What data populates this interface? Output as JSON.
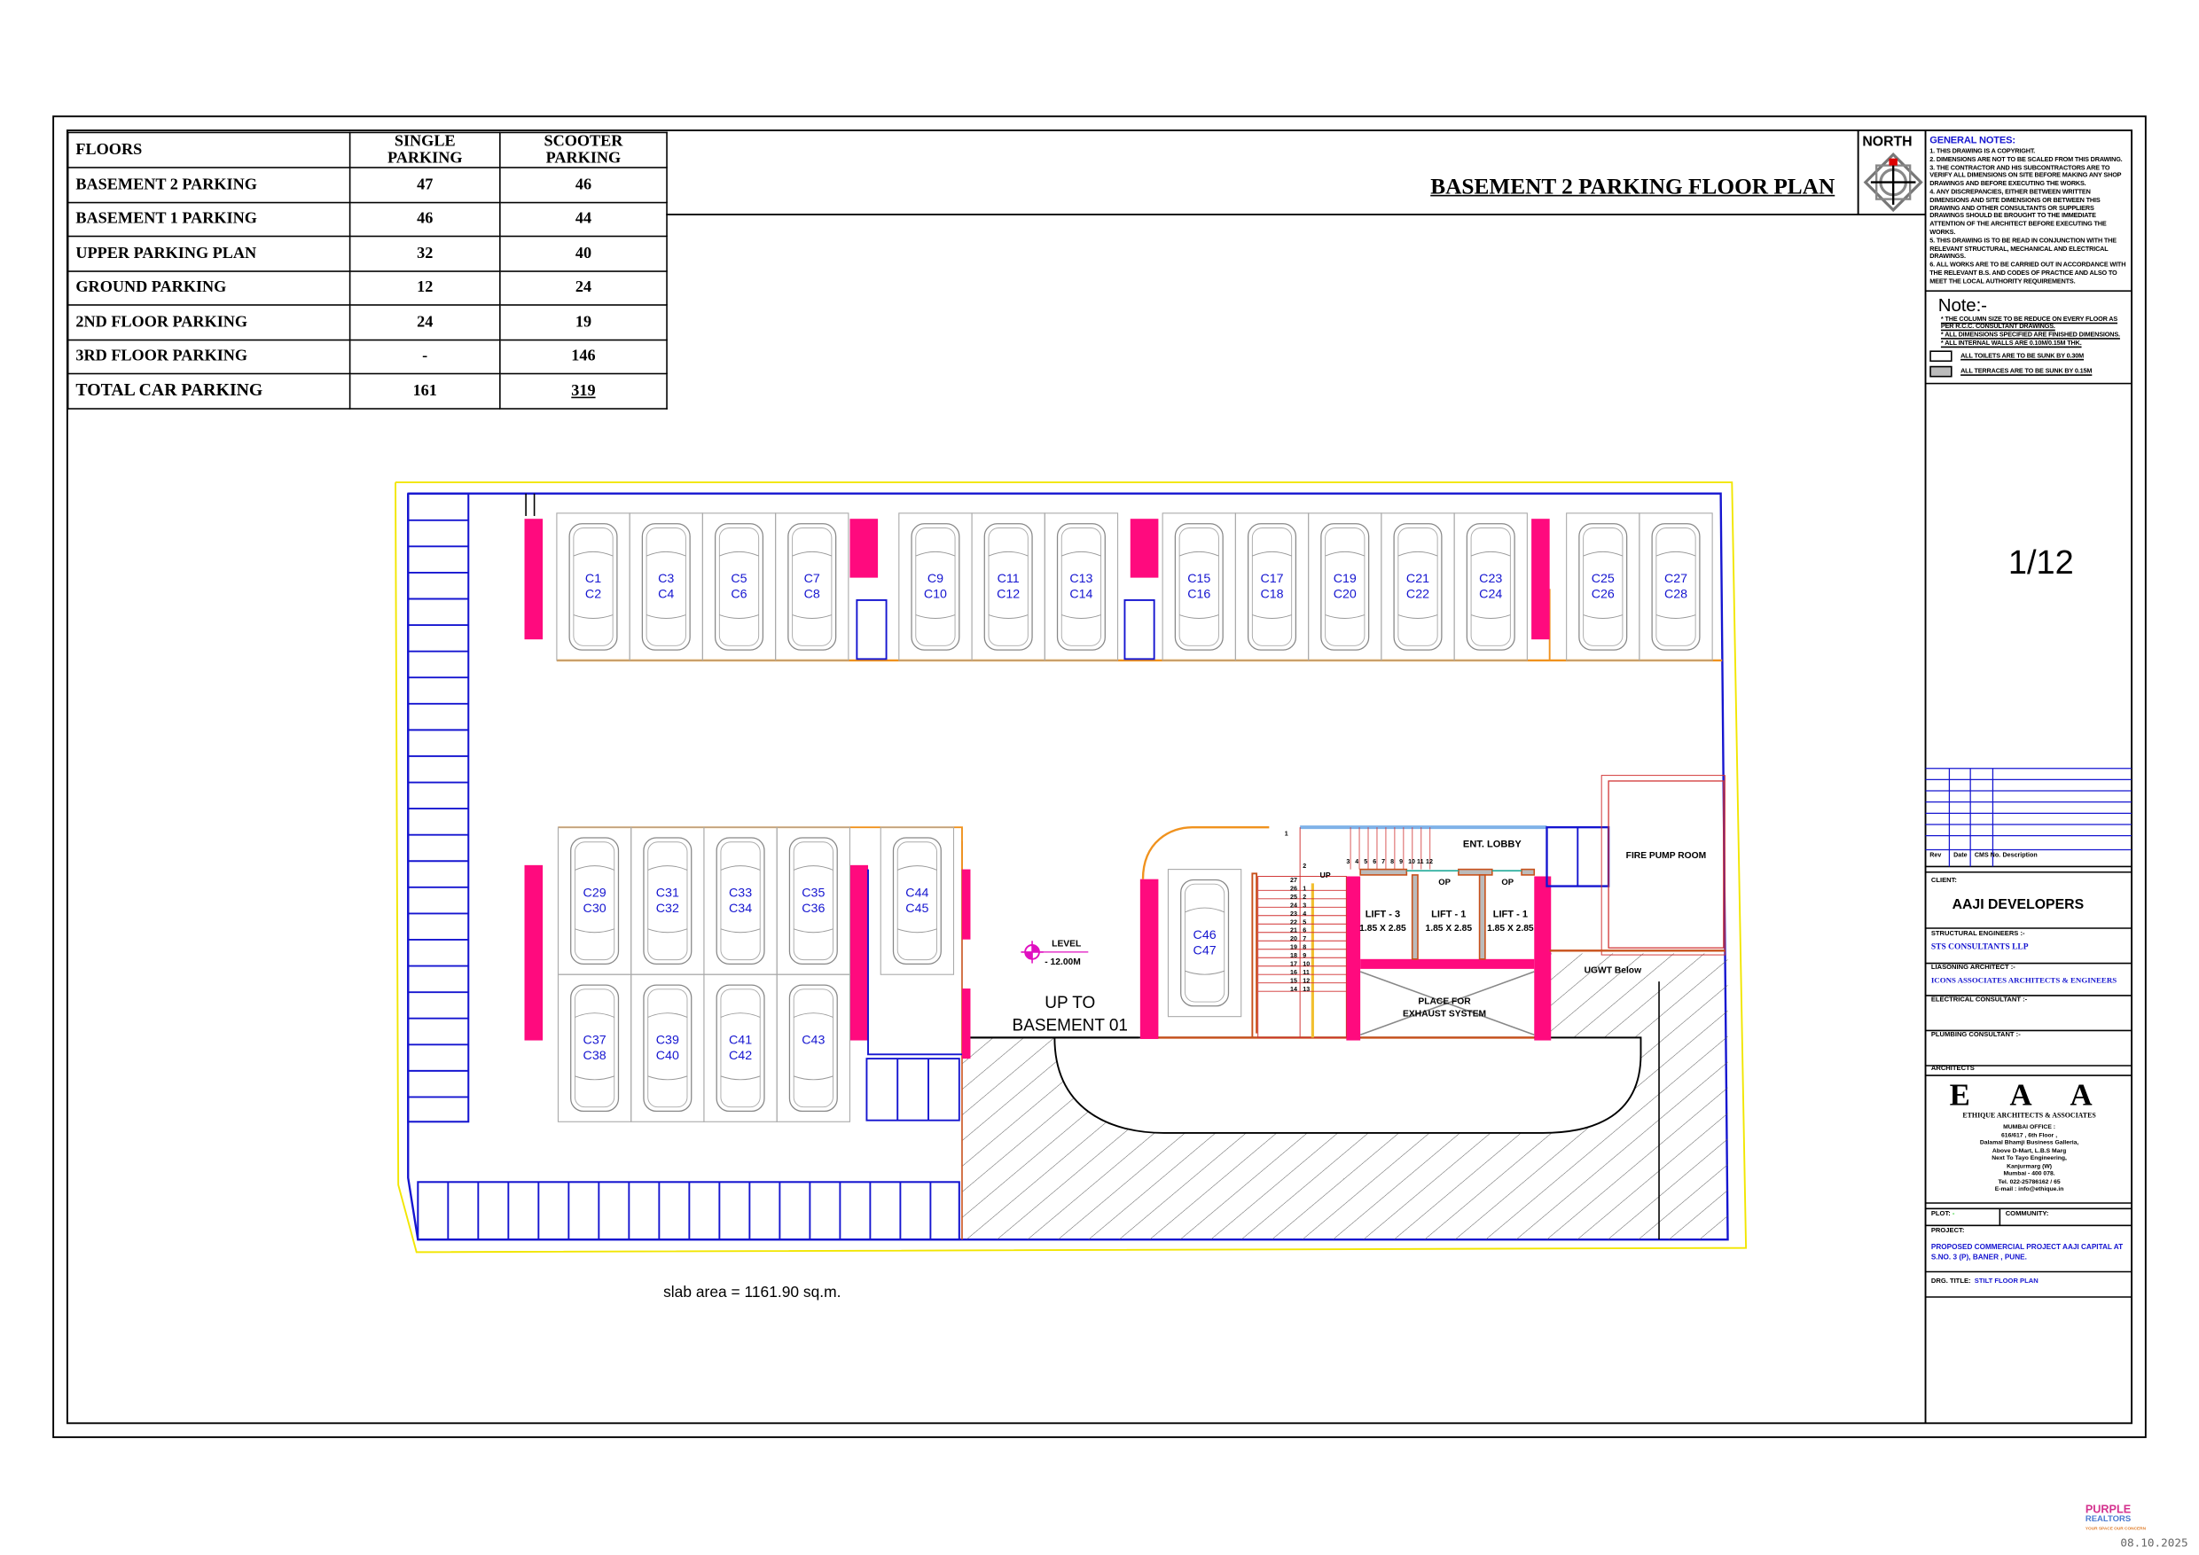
{
  "sheet": {
    "title": "BASEMENT 2 PARKING FLOOR PLAN",
    "north_label": "NORTH",
    "sheet_number": "1/12",
    "slab_area": "slab area = 1161.90 sq.m."
  },
  "parking_table": {
    "headers": [
      "FLOORS",
      "SINGLE PARKING",
      "SCOOTER PARKING"
    ],
    "rows": [
      {
        "floor": "BASEMENT 2 PARKING",
        "single": "47",
        "scooter": "46"
      },
      {
        "floor": "BASEMENT 1 PARKING",
        "single": "46",
        "scooter": "44"
      },
      {
        "floor": "UPPER PARKING PLAN",
        "single": "32",
        "scooter": "40"
      },
      {
        "floor": "GROUND PARKING",
        "single": "12",
        "scooter": "24"
      },
      {
        "floor": "2ND FLOOR PARKING",
        "single": "24",
        "scooter": "19"
      },
      {
        "floor": "3RD FLOOR PARKING",
        "single": "-",
        "scooter": "146"
      },
      {
        "floor": "TOTAL CAR PARKING",
        "single": "161",
        "scooter": "319"
      }
    ]
  },
  "plan": {
    "spots": [
      [
        "C1",
        "C2"
      ],
      [
        "C3",
        "C4"
      ],
      [
        "C5",
        "C6"
      ],
      [
        "C7",
        "C8"
      ],
      [
        "C9",
        "C10"
      ],
      [
        "C11",
        "C12"
      ],
      [
        "C13",
        "C14"
      ],
      [
        "C15",
        "C16"
      ],
      [
        "C17",
        "C18"
      ],
      [
        "C19",
        "C20"
      ],
      [
        "C21",
        "C22"
      ],
      [
        "C23",
        "C24"
      ],
      [
        "C25",
        "C26"
      ],
      [
        "C27",
        "C28"
      ],
      [
        "C29",
        "C30"
      ],
      [
        "C31",
        "C32"
      ],
      [
        "C33",
        "C34"
      ],
      [
        "C35",
        "C36"
      ],
      [
        "C37",
        "C38"
      ],
      [
        "C39",
        "C40"
      ],
      [
        "C41",
        "C42"
      ],
      [
        "C43"
      ],
      [
        "C44",
        "C45"
      ],
      [
        "C46",
        "C47"
      ]
    ],
    "level_label": "LEVEL",
    "level_value": "- 12.00M",
    "ramp_label_1": "UP TO",
    "ramp_label_2": "BASEMENT 01",
    "ent_lobby": "ENT. LOBBY",
    "fire_pump_room": "FIRE PUMP ROOM",
    "ugwt": "UGWT Below",
    "exhaust_1": "PLACE FOR",
    "exhaust_2": "EXHAUST SYSTEM",
    "op": "OP",
    "up": "UP",
    "lifts": [
      {
        "name": "LIFT - 3",
        "size": "1.85 X 2.85"
      },
      {
        "name": "LIFT - 1",
        "size": "1.85 X 2.85"
      },
      {
        "name": "LIFT - 1",
        "size": "1.85 X 2.85"
      }
    ],
    "stair_left": [
      "27",
      "26",
      "25",
      "24",
      "23",
      "22",
      "21",
      "20",
      "19",
      "18",
      "17",
      "16",
      "15",
      "14"
    ],
    "stair_right": [
      "1",
      "2",
      "3",
      "4",
      "5",
      "6",
      "7",
      "8",
      "9",
      "10",
      "11",
      "12",
      "13"
    ],
    "stair_top": [
      "3",
      "4",
      "5",
      "6",
      "7",
      "8",
      "9",
      "10",
      "11",
      "12"
    ],
    "stair_marks": [
      "1",
      "2"
    ]
  },
  "general_notes": {
    "heading": "GENERAL NOTES:",
    "items": [
      "1. THIS DRAWING IS A COPYRIGHT.",
      "2. DIMENSIONS ARE NOT TO BE SCALED FROM THIS DRAWING.",
      "3. THE CONTRACTOR AND HIS SUBCONTRACTORS ARE TO VERIFY ALL DIMENSIONS ON SITE BEFORE MAKING ANY SHOP DRAWINGS AND BEFORE EXECUTING THE WORKS.",
      "4. ANY DISCREPANCIES, EITHER BETWEEN WRITTEN DIMENSIONS AND SITE DIMENSIONS OR BETWEEN THIS DRAWING AND OTHER CONSULTANTS OR SUPPLIERS DRAWINGS SHOULD BE BROUGHT TO THE IMMEDIATE ATTENTION OF THE ARCHITECT BEFORE EXECUTING THE WORKS.",
      "5. THIS DRAWING IS TO BE READ IN CONJUNCTION WITH THE RELEVANT STRUCTURAL, MECHANICAL AND ELECTRICAL DRAWINGS.",
      "6. ALL WORKS ARE TO BE CARRIED OUT IN ACCORDANCE WITH THE RELEVANT B.S. AND CODES OF PRACTICE AND ALSO TO MEET THE LOCAL AUTHORITY REQUIREMENTS."
    ]
  },
  "note": {
    "heading": "Note:-",
    "items": [
      "* THE COLUMN SIZE TO BE REDUCE ON EVERY FLOOR AS PER R.C.C. CONSULTANT DRAWINGS.",
      "* ALL DIMENSIONS SPECIFIED ARE FINISHED DIMENSIONS.",
      "* ALL INTERNAL WALLS ARE 0.10M/0.15M THK."
    ],
    "toilets": "ALL TOILETS ARE TO BE SUNK BY 0.30M",
    "terraces": "ALL TERRACES ARE TO BE SUNK BY 0.15M"
  },
  "title_block": {
    "rev_headers": [
      "Rev",
      "Date",
      "CMS No.",
      "Description"
    ],
    "client_label": "CLIENT:",
    "client": "AAJI DEVELOPERS",
    "structural_label": "STRUCTURAL ENGINEERS :-",
    "structural": "STS CONSULTANTS LLP",
    "liaisoning_label": "LIASONING ARCHITECT :-",
    "liaisoning": "ICONS ASSOCIATES ARCHITECTS & ENGINEERS",
    "electrical_label": "ELECTRICAL CONSULTANT :-",
    "plumbing_label": "PLUMBING  CONSULTANT :-",
    "architects_label": "ARCHITECTS",
    "architect_logo": "E A A",
    "architect_name": "ETHIQUE ARCHITECTS & ASSOCIATES",
    "office_lines": [
      "MUMBAI OFFICE :",
      "616/617 , 6th Floor ,",
      "Dalamal Bhamji Business Galleria,",
      "Above D-Mart, L.B.S Marg",
      "Next To Tayo Engineering,",
      "Kanjurmarg (W)",
      "Mumbai - 400 078.",
      "Tel. 022-25786162 / 65",
      "E-mail : info@ethique.in"
    ],
    "plot_label": "PLOT:",
    "plot_value": "-",
    "community_label": "COMMUNITY:",
    "project_label": "PROJECT:",
    "project": "PROPOSED COMMERCIAL PROJECT AAJI CAPITAL AT S.NO. 3 (P), BANER , PUNE.",
    "drg_title_label": "DRG. TITLE:",
    "drg_title": "STILT FLOOR PLAN"
  },
  "watermark": {
    "logo_line1": "PURPLE",
    "logo_line2": "REALTORS",
    "tagline": "YOUR SPACE OUR CONCERN",
    "date": "08.10.2025"
  },
  "colors": {
    "pillar": "#ff0a7e",
    "blue": "#1515d0",
    "wall": "#c8501a",
    "boundary": "#f2e600"
  }
}
